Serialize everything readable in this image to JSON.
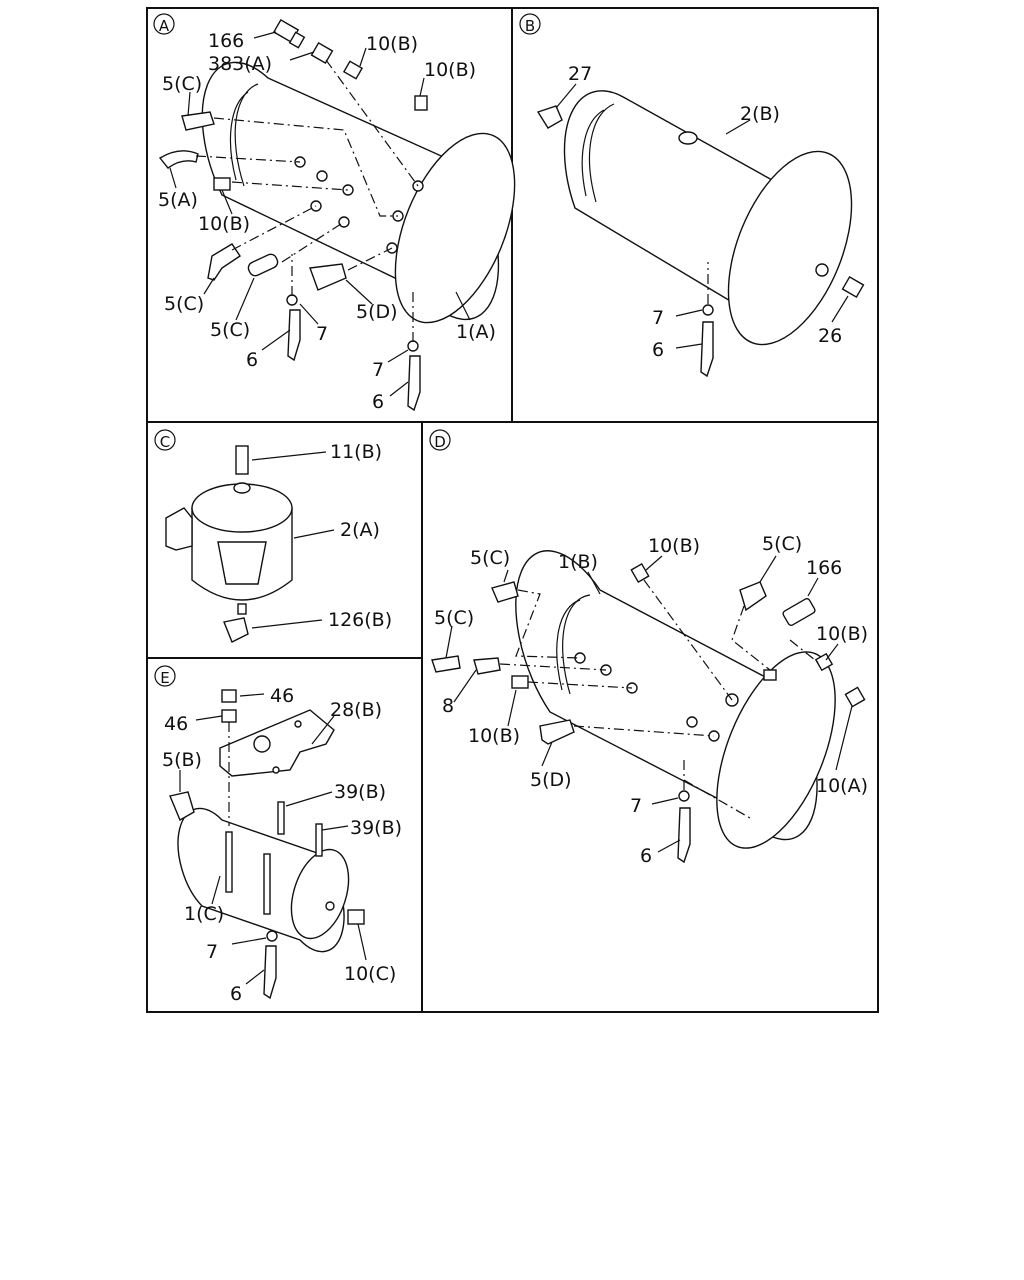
{
  "panels": {
    "a": {
      "id": "A",
      "labels": {
        "p166": "166",
        "p383a": "383(A)",
        "p10b_1": "10(B)",
        "p10b_2": "10(B)",
        "p5c_1": "5(C)",
        "p5a": "5(A)",
        "p10b_3": "10(B)",
        "p5c_2": "5(C)",
        "p5c_3": "5(C)",
        "p7_1": "7",
        "p5d": "5(D)",
        "p1a": "1(A)",
        "p6_1": "6",
        "p7_2": "7",
        "p6_2": "6"
      }
    },
    "b": {
      "id": "B",
      "labels": {
        "p27": "27",
        "p2b": "2(B)",
        "p7": "7",
        "p6": "6",
        "p26": "26"
      }
    },
    "c": {
      "id": "C",
      "labels": {
        "p11b": "11(B)",
        "p2a": "2(A)",
        "p126b": "126(B)"
      }
    },
    "d": {
      "id": "D",
      "labels": {
        "p5c_1": "5(C)",
        "p1b": "1(B)",
        "p10b_1": "10(B)",
        "p5c_2": "5(C)",
        "p166": "166",
        "p5c_3": "5(C)",
        "p10b_2": "10(B)",
        "p8": "8",
        "p10b_3": "10(B)",
        "p5d": "5(D)",
        "p7": "7",
        "p10a": "10(A)",
        "p6": "6"
      }
    },
    "e": {
      "id": "E",
      "labels": {
        "p46_1": "46",
        "p46_2": "46",
        "p28b": "28(B)",
        "p5b": "5(B)",
        "p39b_1": "39(B)",
        "p39b_2": "39(B)",
        "p1c": "1(C)",
        "p7": "7",
        "p10c": "10(C)",
        "p6": "6"
      }
    }
  }
}
